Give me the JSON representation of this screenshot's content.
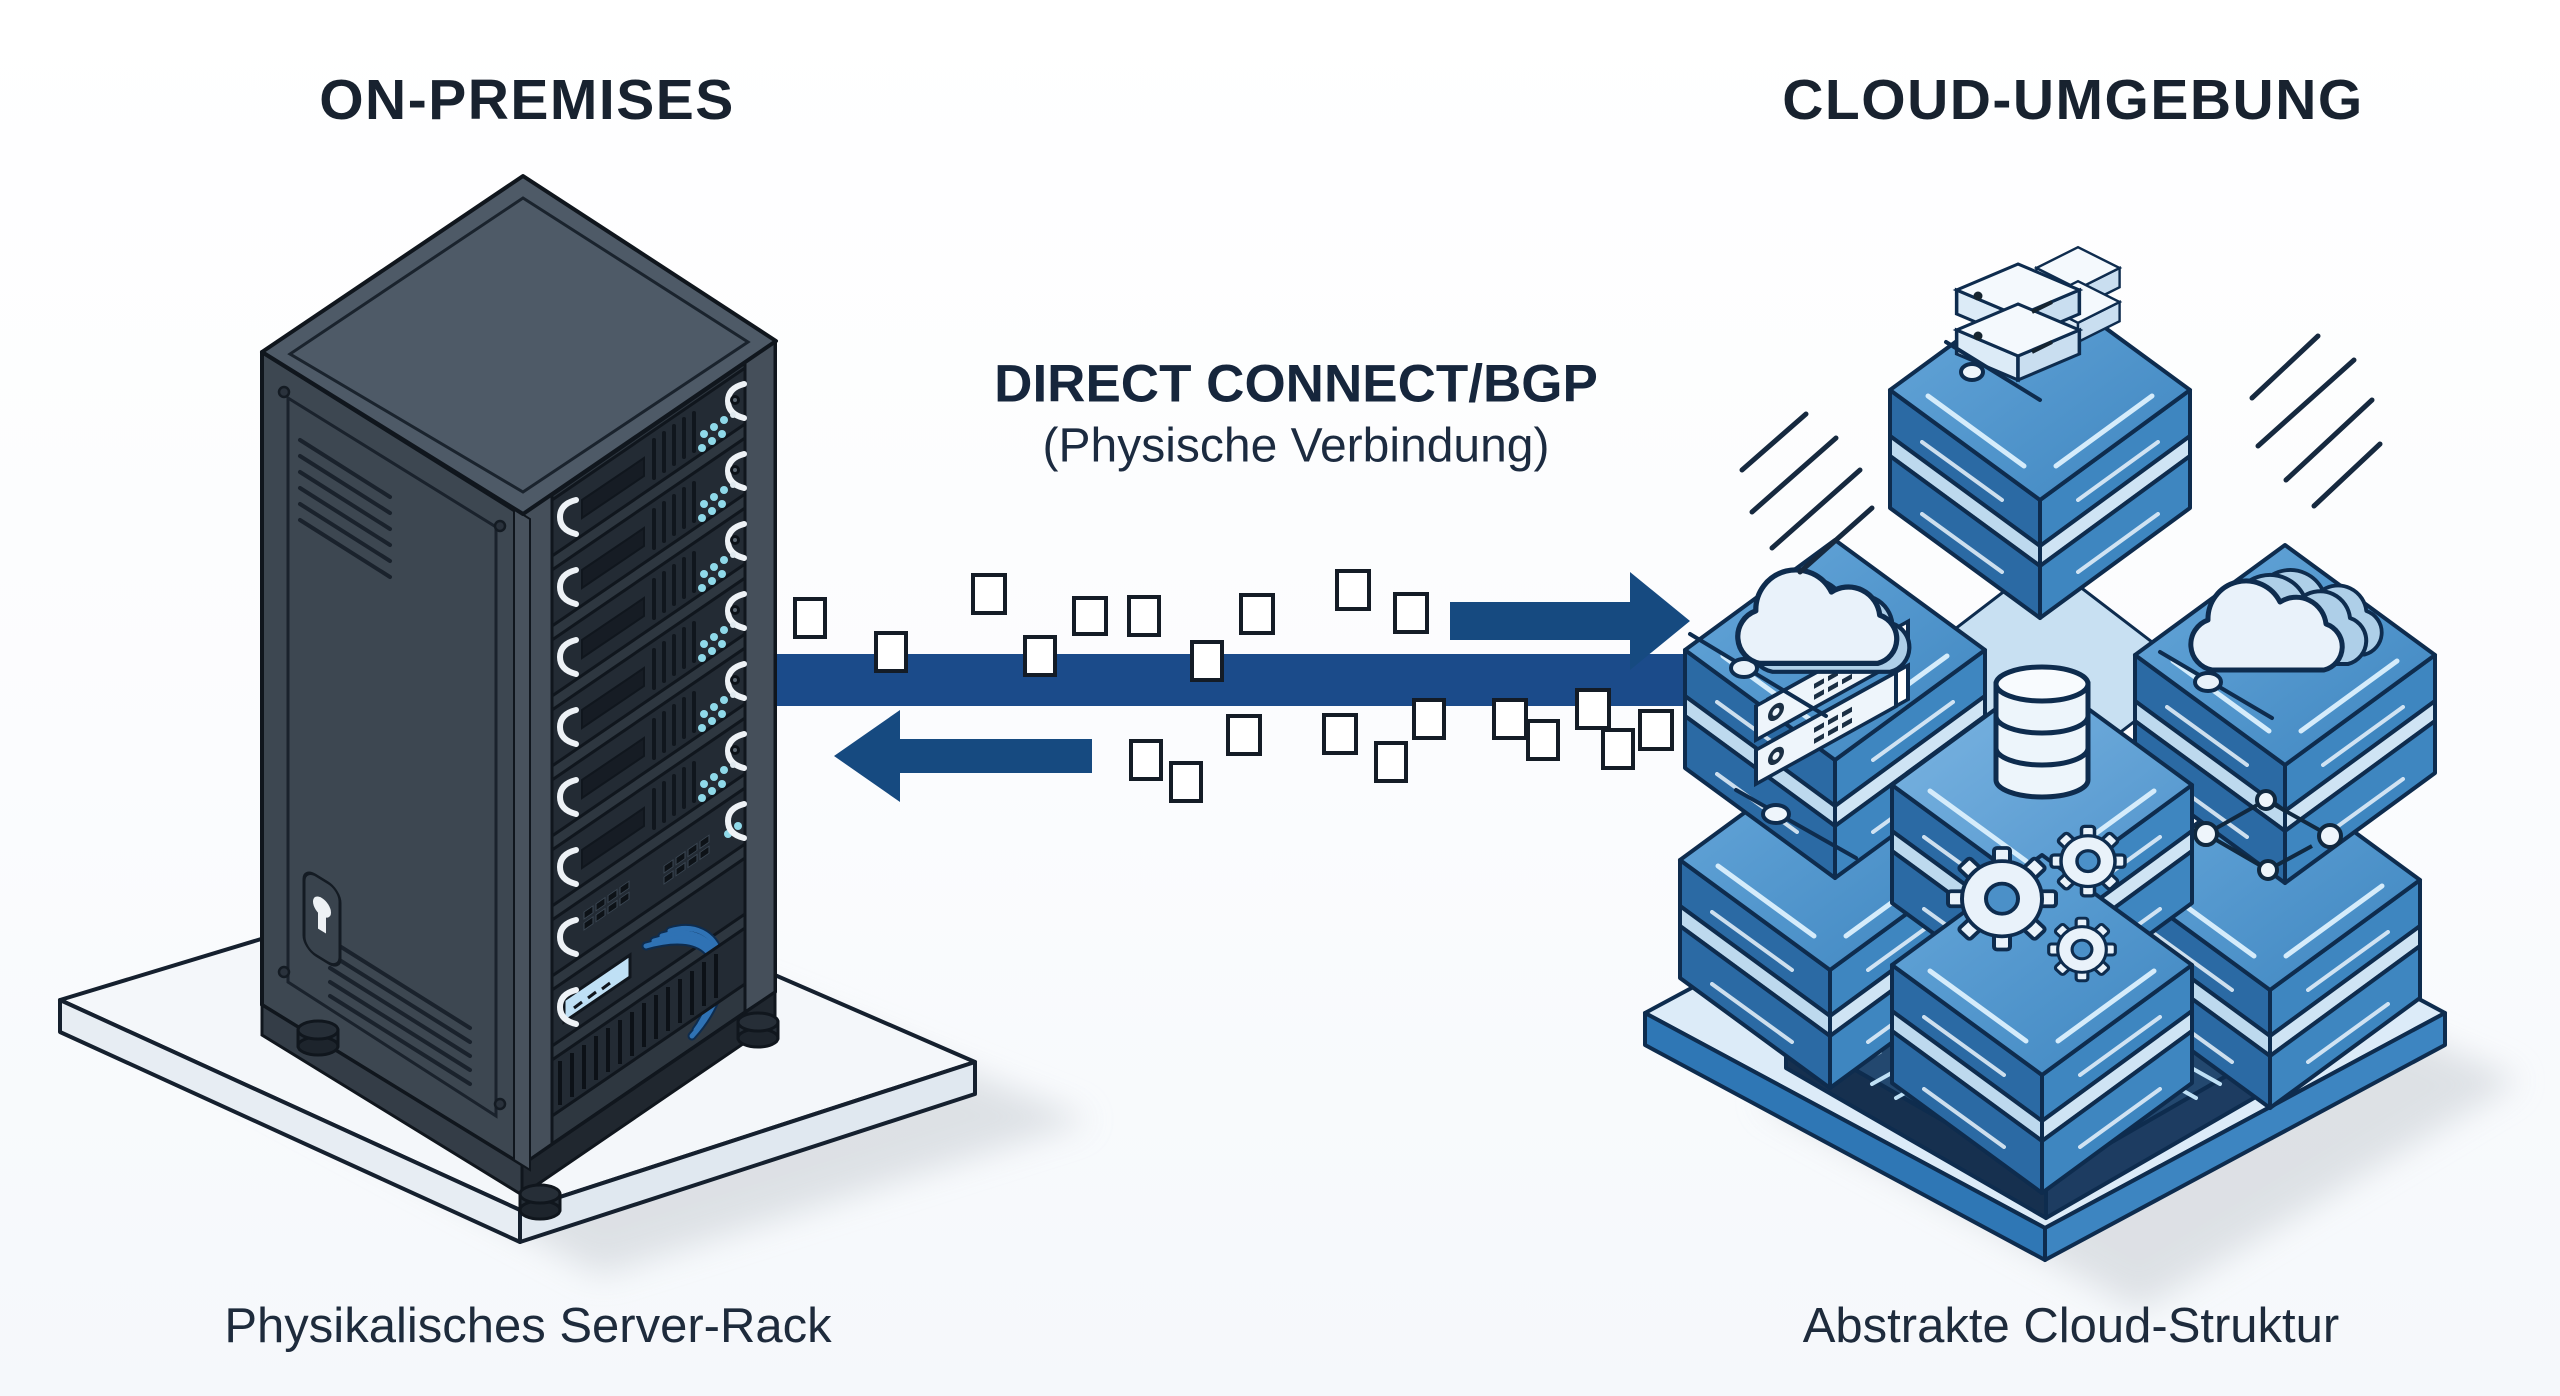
{
  "titles": {
    "left": "ON-PREMISES",
    "right": "CLOUD-UMGEBUNG"
  },
  "captions": {
    "left": "Physikalisches Server-Rack",
    "right": "Abstrakte Cloud-Struktur"
  },
  "connection": {
    "label": "DIRECT CONNECT/BGP",
    "sublabel": "(Physische Verbindung)",
    "band_color": "#1b4b8a",
    "arrow_color": "#164a80",
    "packet_fill": "#ffffff",
    "packet_border": "#141c26",
    "packets": [
      [
        795,
        599,
        30,
        38
      ],
      [
        876,
        633,
        30,
        38
      ],
      [
        973,
        575,
        32,
        38
      ],
      [
        1025,
        637,
        30,
        38
      ],
      [
        1074,
        598,
        32,
        36
      ],
      [
        1129,
        597,
        30,
        38
      ],
      [
        1192,
        642,
        30,
        38
      ],
      [
        1241,
        595,
        32,
        38
      ],
      [
        1337,
        571,
        32,
        38
      ],
      [
        1395,
        594,
        32,
        38
      ],
      [
        1131,
        741,
        30,
        38
      ],
      [
        1171,
        763,
        30,
        38
      ],
      [
        1228,
        716,
        32,
        38
      ],
      [
        1324,
        715,
        32,
        38
      ],
      [
        1376,
        743,
        30,
        38
      ],
      [
        1414,
        700,
        30,
        38
      ],
      [
        1494,
        700,
        32,
        38
      ],
      [
        1528,
        721,
        30,
        38
      ],
      [
        1577,
        690,
        32,
        38
      ],
      [
        1603,
        730,
        30,
        38
      ],
      [
        1640,
        711,
        32,
        38
      ]
    ]
  },
  "palette": {
    "text": "#1a2433",
    "outline_dark": "#10161d",
    "outline_blue": "#0e2c4e",
    "rack_top": "#4e5a67",
    "rack_left": "#3d4751",
    "rack_front": "#2e3740",
    "rack_unit": "#232b34",
    "rack_led": "#8fd9e9",
    "rack_handle": "#eef2f6",
    "rack_cable": "#2f72b4",
    "rack_lcd": "#bfe0f5",
    "platform_left_top": "#f4f7fa",
    "platform_left_side": "#e7edf3",
    "cloud_block_top": "#4f93cb",
    "cloud_block_left": "#2b6aa4",
    "cloud_block_right": "#3e86c0",
    "cloud_block_lip": "#bdd9ee",
    "cloud_slab_top": "#23486f",
    "cloud_platform_top": "#dcebf8",
    "cloud_platform_side": "#2f77b5",
    "shadow": "#d7dbe0",
    "icon_fill": "#e9f2fa"
  },
  "icons": [
    {
      "name": "server-stack-icon",
      "location": "cloud-top-block"
    },
    {
      "name": "cloud-icon",
      "location": "cloud-mid-left-block"
    },
    {
      "name": "double-cloud-icon",
      "location": "cloud-mid-right-block"
    },
    {
      "name": "database-icon",
      "location": "cloud-center-block"
    },
    {
      "name": "rack-servers-icon",
      "location": "cloud-lower-left-block"
    },
    {
      "name": "circuit-nodes-icon",
      "location": "cloud-lower-right-block"
    },
    {
      "name": "gears-icon",
      "location": "cloud-front-block"
    },
    {
      "name": "speed-lines-icon",
      "location": "cloud-sides"
    },
    {
      "name": "arrow-right-icon",
      "location": "connection-top"
    },
    {
      "name": "arrow-left-icon",
      "location": "connection-bottom"
    },
    {
      "name": "data-packet-icon",
      "location": "connection-band"
    }
  ]
}
